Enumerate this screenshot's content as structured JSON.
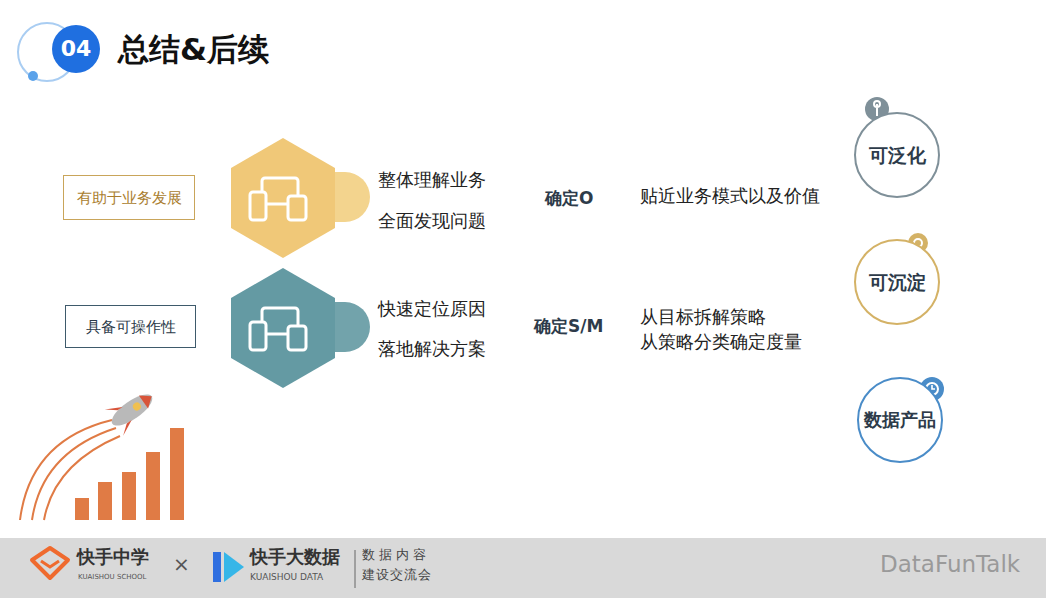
{
  "diagram": {
    "title": "总结&后续",
    "nodes": [
      {
        "text": [
          "04"
        ]
      },
      {
        "text": [
          "有助于业务发展"
        ]
      },
      {
        "text": [
          "具备可操作性"
        ]
      },
      {
        "text": [
          "可泛化"
        ]
      },
      {
        "text": [
          "可沉淀"
        ]
      },
      {
        "text": [
          "数据产品"
        ]
      }
    ],
    "labels": [
      "整体理解业务",
      "全面发现问题",
      "确定O",
      "贴近业务模式以及价值",
      "快速定位原因",
      "落地解决方案",
      "确定S/M",
      "从目标拆解策略",
      "从策略分类确定度量",
      "快手中学",
      "KUAISHOU SCHOOL",
      "×",
      "快手大数据",
      "KUAISHOU DATA",
      "数据内容",
      "建设交流会",
      "DataFunTalk"
    ]
  }
}
